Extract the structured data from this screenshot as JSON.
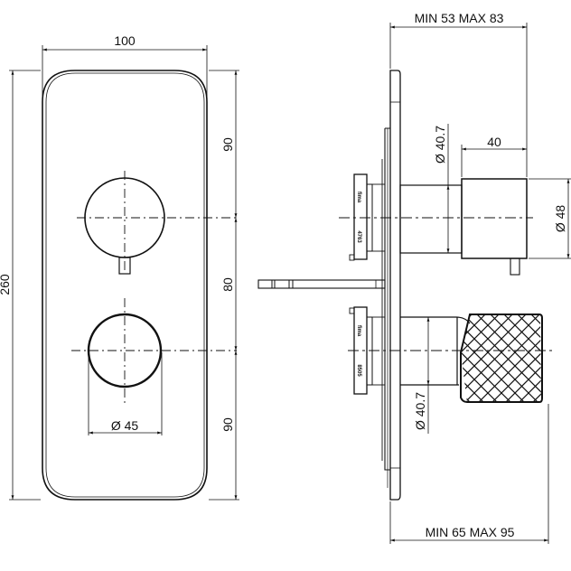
{
  "drawing": {
    "type": "technical-drawing",
    "subject": "wall-mounted thermostatic mixer with two knobs",
    "colors": {
      "line": "#111111",
      "background": "#ffffff"
    }
  },
  "front_view": {
    "width_label": "100",
    "height_label": "260",
    "top_spacing_label": "90",
    "middle_spacing_label": "80",
    "bottom_spacing_label": "90",
    "knob_diameter_label": "Ø 45"
  },
  "side_view": {
    "overall_top_label": "MIN 53 MAX 83",
    "overall_bottom_label": "MIN 65 MAX 95",
    "upper_knob_length_label": "40",
    "upper_knob_diameter_label": "Ø 48",
    "upper_body_diameter_label": "Ø 40.7",
    "lower_body_diameter_label": "Ø 40.7",
    "upper_cartridge_marks": [
      "fima",
      "4763"
    ],
    "lower_cartridge_marks": [
      "fima",
      "8505"
    ]
  }
}
